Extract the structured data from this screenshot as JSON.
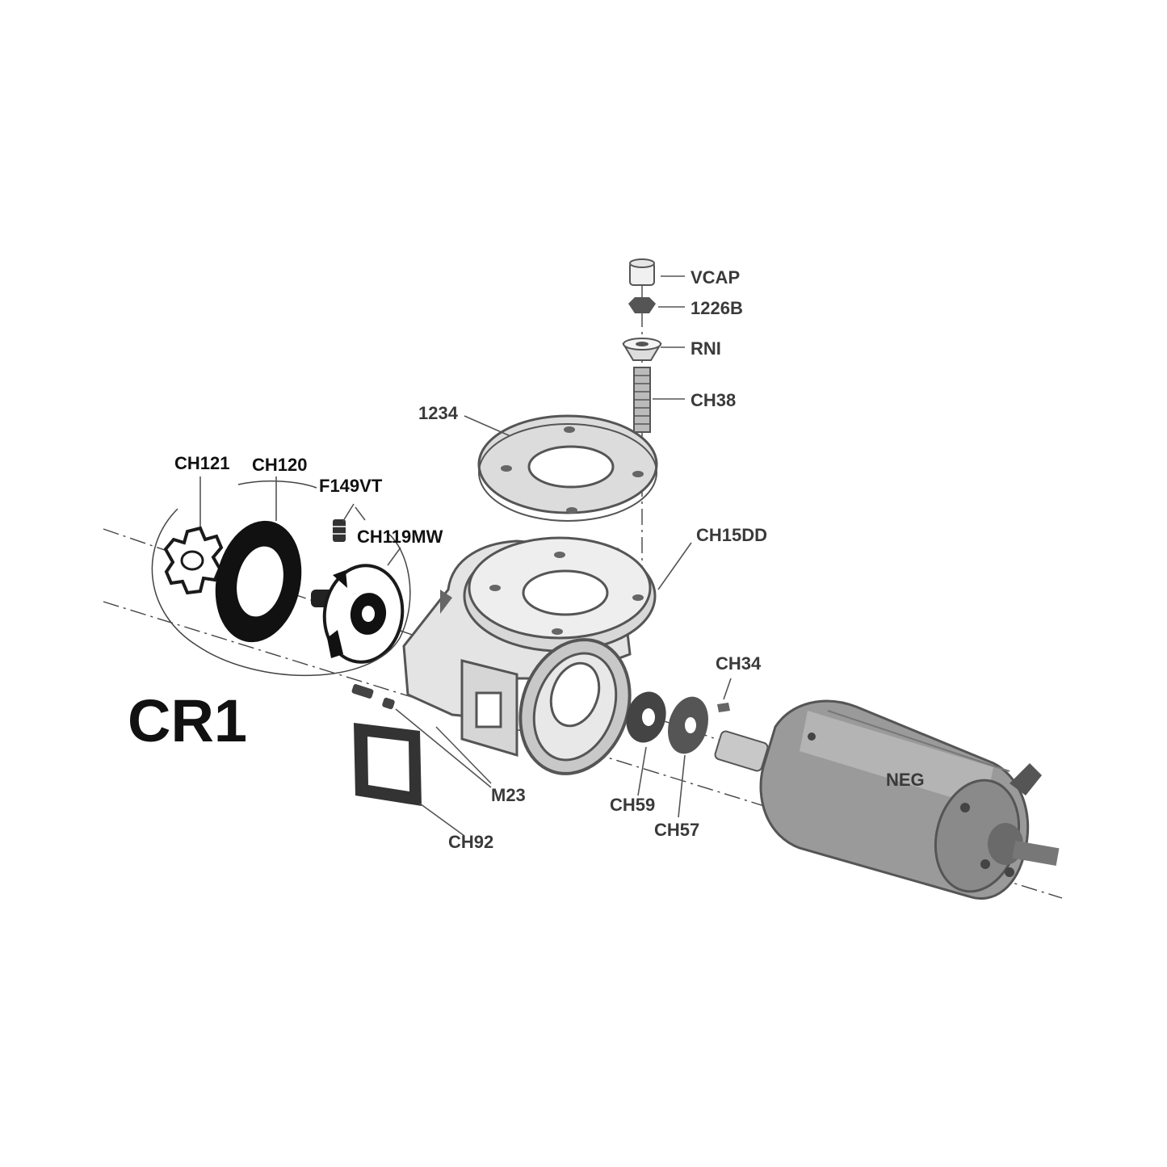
{
  "diagram": {
    "model_label": "CR1",
    "parts": {
      "vcap": "VCAP",
      "p1226b": "1226B",
      "rni": "RNI",
      "ch38": "CH38",
      "p1234": "1234",
      "ch15dd": "CH15DD",
      "ch121": "CH121",
      "ch120": "CH120",
      "f149vt": "F149VT",
      "ch119mw": "CH119MW",
      "ch34": "CH34",
      "neg": "NEG",
      "m23": "M23",
      "ch59": "CH59",
      "ch57": "CH57",
      "ch92": "CH92"
    }
  },
  "colors": {
    "ink": "#1a1a1a",
    "gray_ink": "#555555",
    "label_gray": "#3a3a3a",
    "background": "#ffffff"
  }
}
